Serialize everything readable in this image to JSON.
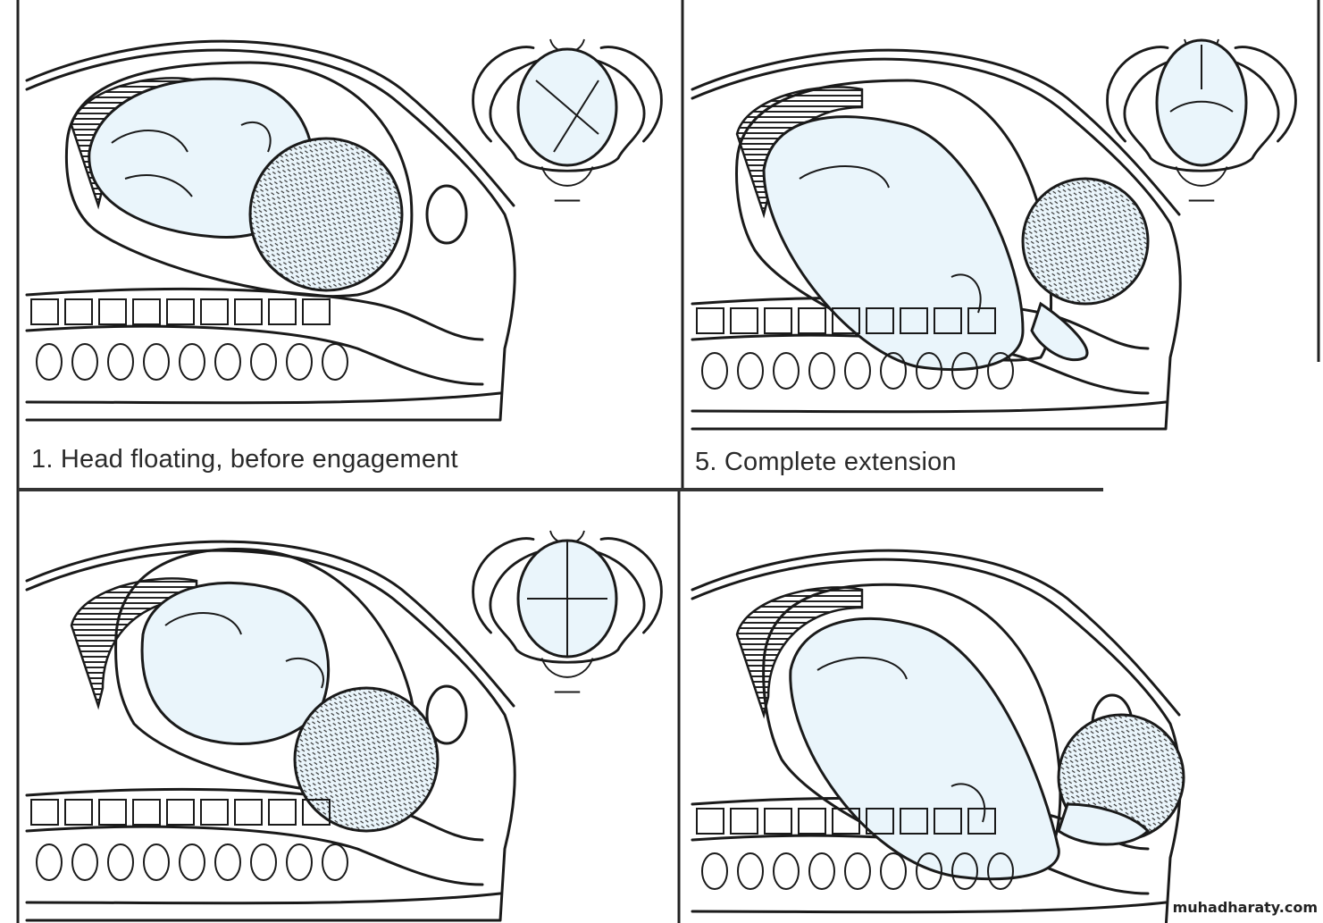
{
  "panels": [
    {
      "id": "1",
      "caption": "1. Head floating, before engagement",
      "pelvic_view": true
    },
    {
      "id": "5",
      "caption": "5. Complete extension",
      "pelvic_view": true
    },
    {
      "id": "bottom-left",
      "caption": "",
      "pelvic_view": true
    },
    {
      "id": "bottom-right",
      "caption": "",
      "pelvic_view": false
    }
  ],
  "watermark": "muhadharaty.com",
  "colors": {
    "fetus_fill": "#eaf5fb",
    "line": "#1a1a1a"
  }
}
